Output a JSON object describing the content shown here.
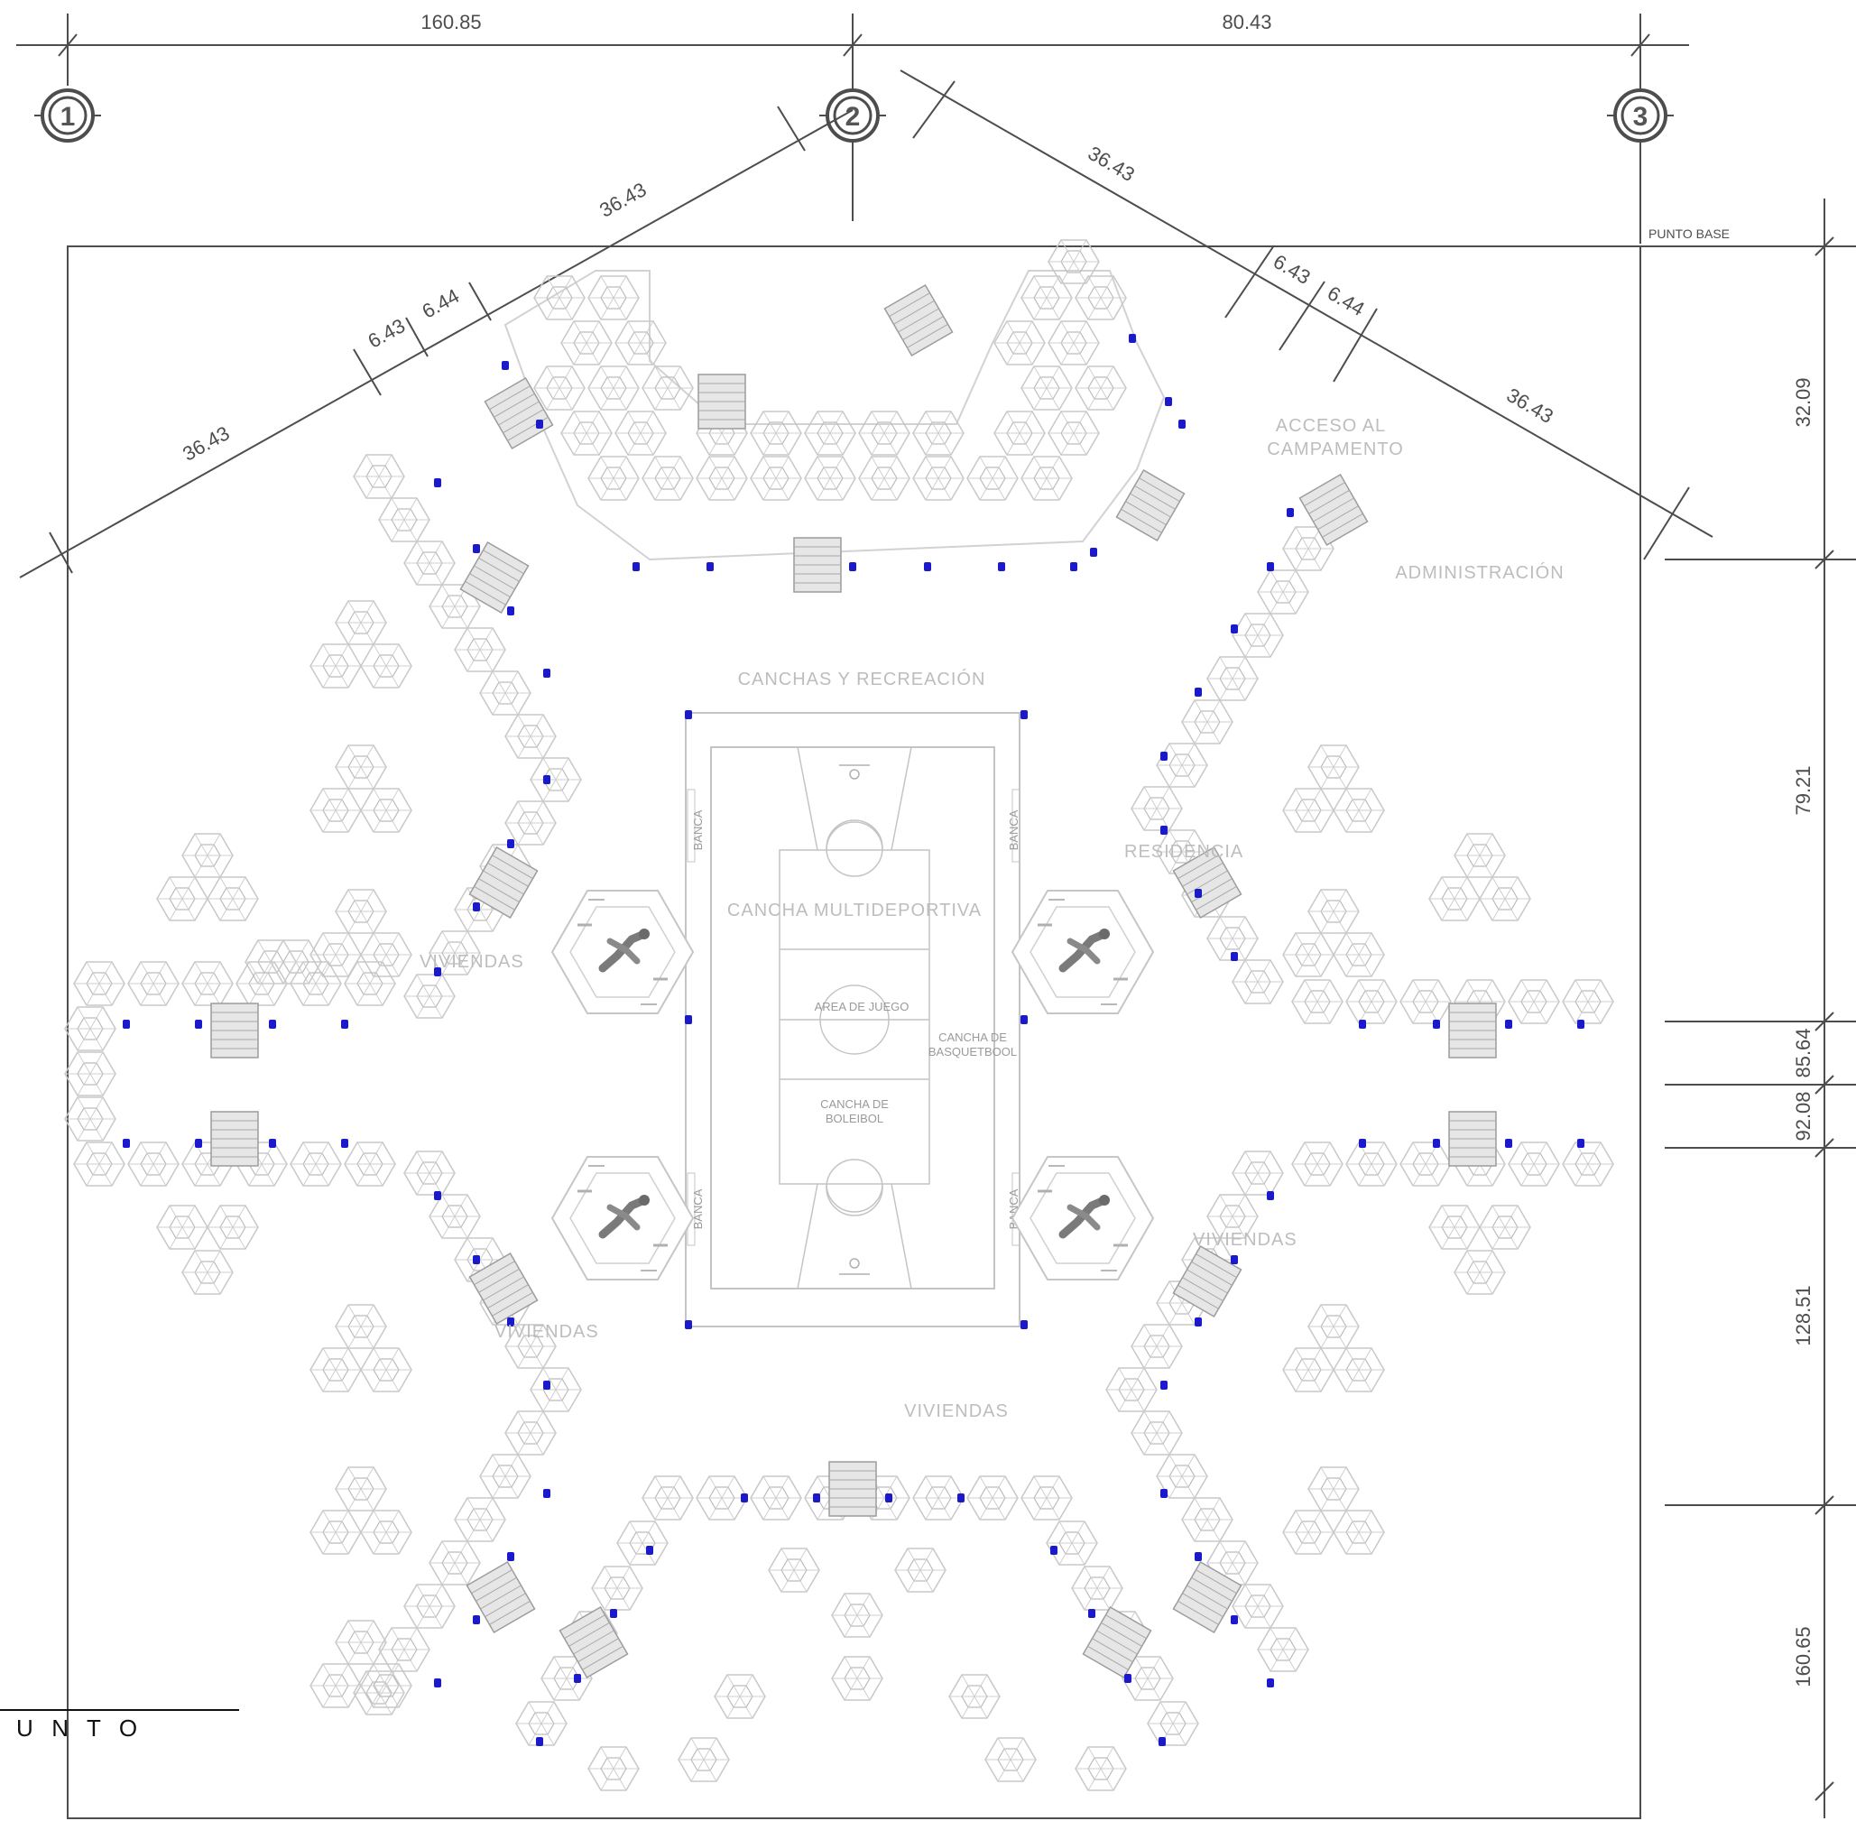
{
  "drawing": {
    "colors": {
      "line": "#4d4d4d",
      "building": "#c4c4c4",
      "fixture": "#1a1acc",
      "text_light": "#bdbdbd"
    },
    "axes": [
      "1",
      "2",
      "3"
    ],
    "top_dims": [
      "160.85",
      "80.43"
    ],
    "slope_left": {
      "long_a": "36.43",
      "short_a": "6.43",
      "short_b": "6.44",
      "long_b": "36.43"
    },
    "slope_right": {
      "long_a": "36.43",
      "short_a": "6.43",
      "short_b": "6.44",
      "long_b": "36.43"
    },
    "punto_base": "PUNTO BASE",
    "right_dims": [
      "32.09",
      "79.21",
      "85.64",
      "92.08",
      "128.51",
      "160.65"
    ],
    "zones": {
      "acceso_line1": "ACCESO  AL",
      "acceso_line2": "CAMPAMENTO",
      "administracion": "ADMINISTRACIÓN",
      "canchas": "CANCHAS  Y  RECREACIÓN",
      "residencia": "RESIDENCIA",
      "viviendas_left_upper": "VIVIENDAS",
      "viviendas_left_lower": "VIVIENDAS",
      "viviendas_right": "VIVIENDAS",
      "viviendas_bottom": "VIVIENDAS"
    },
    "court": {
      "main": "CANCHA MULTIDEPORTIVA",
      "area_juego": "AREA DE JUEGO",
      "basquet_1": "CANCHA DE",
      "basquet_2": "BASQUETBOOL",
      "boleibol_1": "CANCHA DE",
      "boleibol_2": "BOLEIBOL",
      "banca": "BANCA"
    },
    "corner_text": "U  N  T  O"
  }
}
